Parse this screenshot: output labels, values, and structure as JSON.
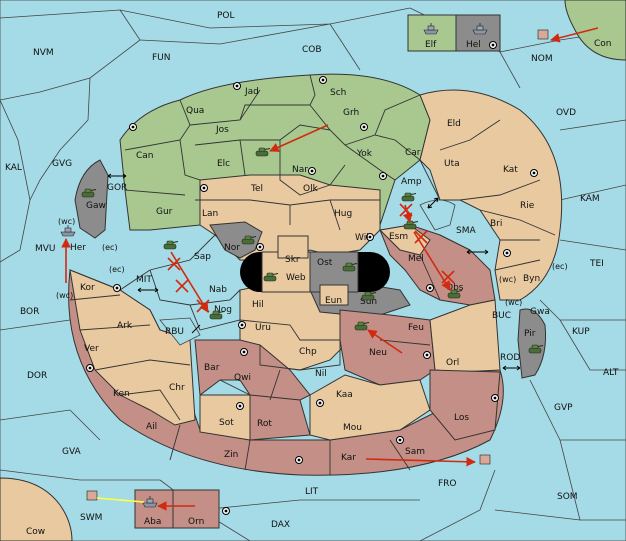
{
  "colors": {
    "sea": "#a5dbe6",
    "green": "#a8c890",
    "tan": "#e8c9a0",
    "rose": "#c48f86",
    "grey": "#8c8c8c",
    "order": "#d12a10",
    "support": "#ffff40"
  },
  "seas": {
    "pol": "POL",
    "nvm": "NVM",
    "fun": "FUN",
    "cob": "COB",
    "con": "Con",
    "nom": "NOM",
    "ovd": "OVD",
    "kal": "KAL",
    "gvg": "GVG",
    "gor": "GOR",
    "kam": "KAM",
    "sma": "SMA",
    "tei": "TEI",
    "mvu": "MVU",
    "mit": "MIT",
    "bor": "BOR",
    "rbu": "RBU",
    "buc": "BUC",
    "kup": "KUP",
    "rod": "ROD",
    "alt": "ALT",
    "dor": "DOR",
    "gvp": "GVP",
    "gva": "GVA",
    "fro": "FRO",
    "som": "SOM",
    "lit": "LIT",
    "swm": "SWM",
    "dax": "DAX",
    "cow": "Cow"
  },
  "provinces": {
    "jad": "Jad",
    "sch": "Sch",
    "qua": "Qua",
    "jos": "Jos",
    "grh": "Grh",
    "can": "Can",
    "elc": "Elc",
    "nar": "Nar",
    "yok": "Yok",
    "car": "Car",
    "eld": "Eld",
    "uta": "Uta",
    "kat": "Kat",
    "tel": "Tel",
    "olk": "Olk",
    "amp": "Amp",
    "gaw": "Gaw",
    "gur": "Gur",
    "lan": "Lan",
    "hug": "Hug",
    "rie": "Rie",
    "bri": "Bri",
    "esm": "Esm",
    "wil": "Wil",
    "nor": "Nor",
    "skr": "Skr",
    "ost": "Ost",
    "sap": "Sap",
    "web": "Web",
    "mel": "Mel",
    "byn": "Byn",
    "her": "Her",
    "kor": "Kor",
    "nab": "Nab",
    "eun": "Eun",
    "hil": "Hil",
    "sun": "Sun",
    "obs": "Obs",
    "gwa": "Gwa",
    "nog": "Nog",
    "ark": "Ark",
    "uru": "Uru",
    "feu": "Feu",
    "pir": "Pir",
    "chp": "Chp",
    "neu": "Neu",
    "orl": "Orl",
    "ver": "Ver",
    "bar": "Bar",
    "qwi": "Qwi",
    "nil": "Nil",
    "chr": "Chr",
    "ken": "Ken",
    "kaa": "Kaa",
    "los": "Los",
    "sot": "Sot",
    "rot": "Rot",
    "mou": "Mou",
    "ail": "Ail",
    "zin": "Zin",
    "kar": "Kar",
    "sam": "Sam",
    "aba": "Aba",
    "orn": "Orn",
    "elf": "Elf",
    "hel": "Hel"
  },
  "coasts": {
    "her_wc": "(wc)",
    "her_ec": "(ec)",
    "kor_wc": "(wc)",
    "kor_ec": "(ec)",
    "byn_wc": "(wc)",
    "byn_ec": "(ec)",
    "gwa_wc": "(wc)"
  }
}
